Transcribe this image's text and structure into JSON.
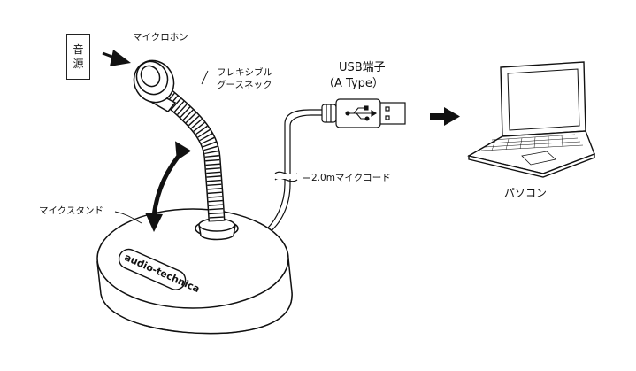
{
  "labels": {
    "source_char1": "音",
    "source_char2": "源",
    "microphone": "マイクロホン",
    "gooseneck_line1": "フレキシブル",
    "gooseneck_line2": "グースネック",
    "usb_line1": "USB端子",
    "usb_line2": "（A Type）",
    "cord": "2.0mマイクコード",
    "stand": "マイクスタンド",
    "computer": "パソコン",
    "brand": "audio-technica"
  },
  "colors": {
    "line": "#111111",
    "fill": "#ffffff",
    "shade": "#e8e8e8"
  }
}
